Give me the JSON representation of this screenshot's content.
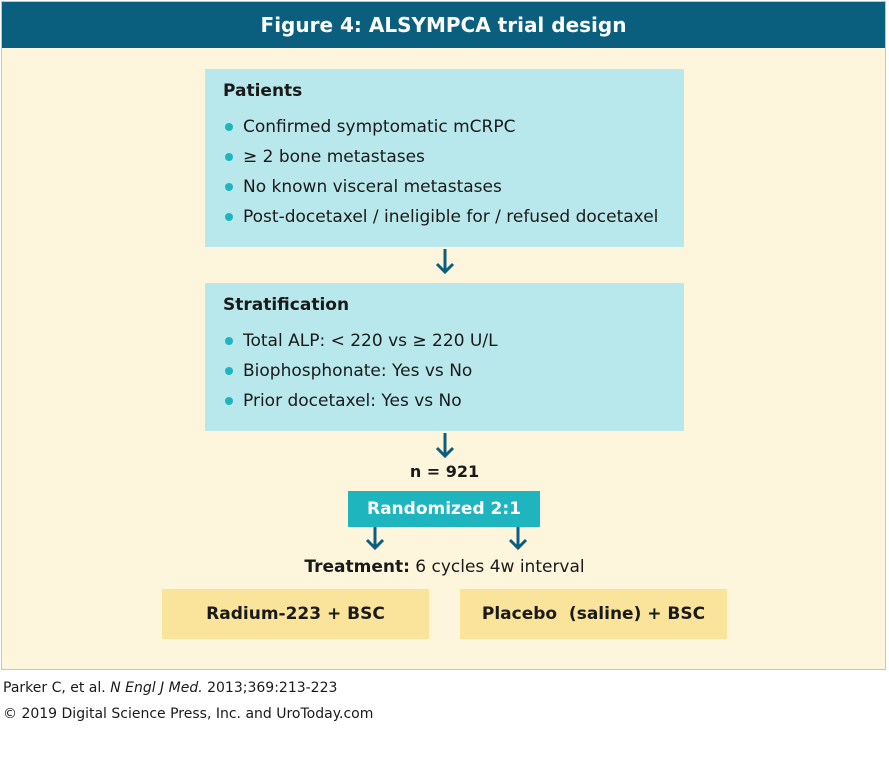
{
  "title": "Figure 4: ALSYMPCA trial design",
  "patients": {
    "title": "Patients",
    "items": [
      "Confirmed symptomatic mCRPC",
      "≥ 2 bone metastases",
      "No known visceral metastases",
      "Post-docetaxel / ineligible for / refused docetaxel"
    ]
  },
  "stratification": {
    "title": "Stratification",
    "items": [
      "Total ALP: < 220 vs ≥ 220 U/L",
      "Biophosphonate: Yes vs No",
      "Prior docetaxel: Yes vs No"
    ]
  },
  "n_label": "n = 921",
  "randomized": "Randomized 2:1",
  "treatment": {
    "label": "Treatment:",
    "text": " 6 cycles 4w interval"
  },
  "arms": {
    "left": "Radium-223 + BSC",
    "right": "Placebo  (saline) + BSC"
  },
  "footer": {
    "citation_prefix": "Parker C, et al. ",
    "citation_journal": "N Engl J Med.",
    "citation_suffix": " 2013;369:213-223",
    "copyright": "© 2019 Digital Science Press, Inc. and UroToday.com"
  },
  "colors": {
    "header": "#0a5f7f",
    "box": "#b8e8ec",
    "accent": "#1fb5bf",
    "arm": "#fae39a",
    "frame_bg": "#fdf6dc",
    "frame_border": "#e8c85a"
  }
}
